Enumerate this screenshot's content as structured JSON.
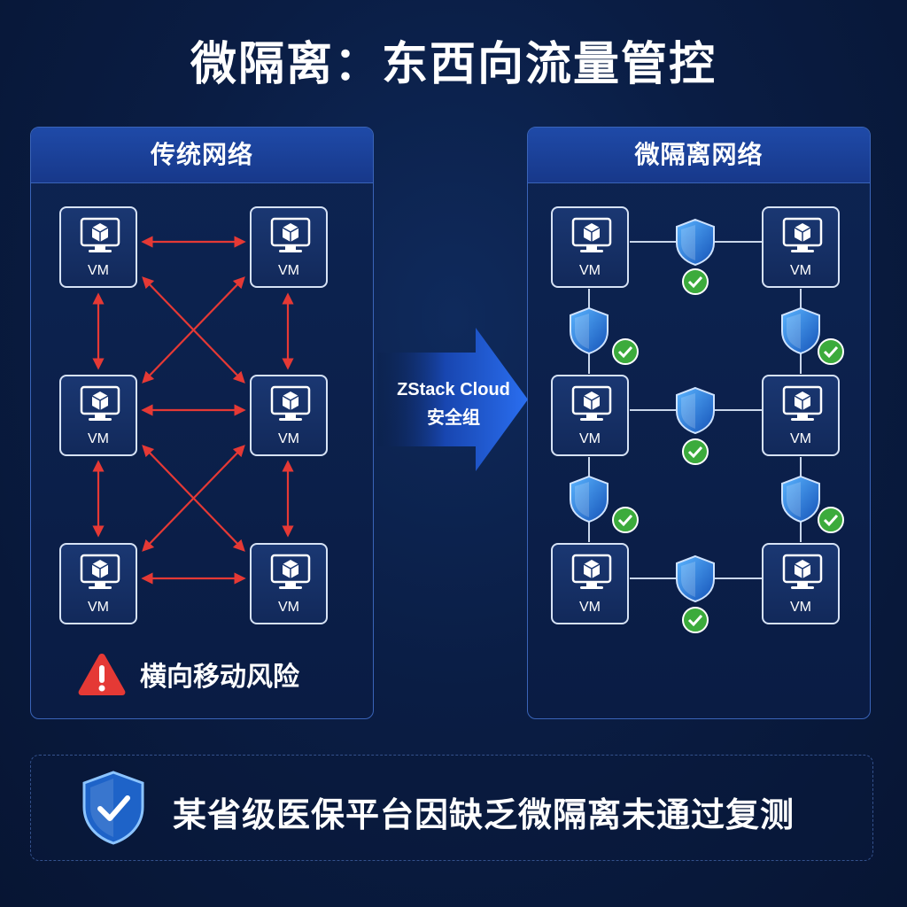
{
  "title": "微隔离：东西向流量管控",
  "left_panel": {
    "title": "传统网络",
    "risk_text": "横向移动风险"
  },
  "right_panel": {
    "title": "微隔离网络"
  },
  "center_arrow": {
    "line1": "ZStack Cloud",
    "line2": "安全组"
  },
  "vm_label": "VM",
  "footer": {
    "text": "某省级医保平台因缺乏微隔离未通过复测"
  },
  "colors": {
    "background": "#0a1d44",
    "panel_header": "#1f4aa8",
    "risk_arrow": "#e53935",
    "shield": "#2f86e0",
    "check": "#3cab3c",
    "warning": "#e53935"
  },
  "icons": [
    "monitor-cube-icon",
    "warning-triangle-icon",
    "shield-icon",
    "check-circle-icon",
    "shield-check-icon"
  ]
}
